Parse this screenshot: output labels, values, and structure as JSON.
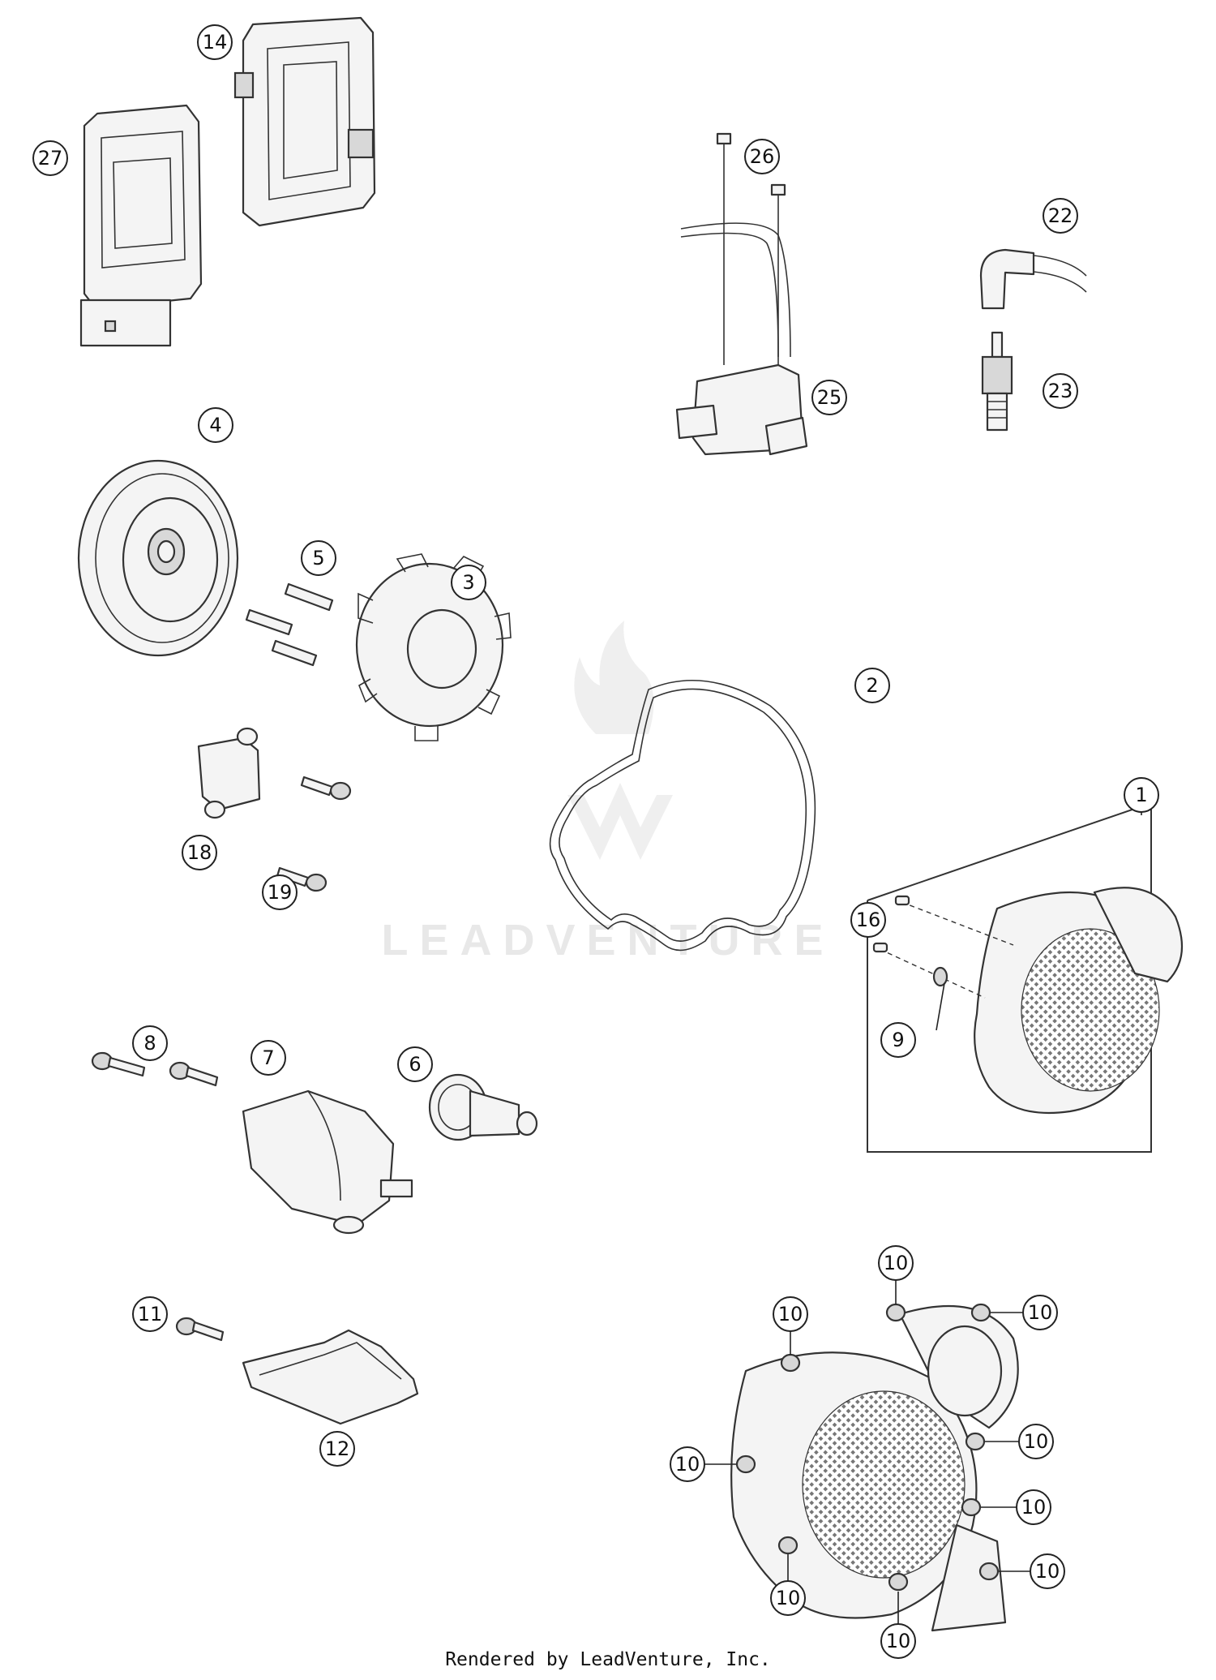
{
  "callouts": [
    {
      "id": "14",
      "label": "14"
    },
    {
      "id": "27",
      "label": "27"
    },
    {
      "id": "26",
      "label": "26"
    },
    {
      "id": "22",
      "label": "22"
    },
    {
      "id": "23",
      "label": "23"
    },
    {
      "id": "25",
      "label": "25"
    },
    {
      "id": "4",
      "label": "4"
    },
    {
      "id": "5",
      "label": "5"
    },
    {
      "id": "3",
      "label": "3"
    },
    {
      "id": "2",
      "label": "2"
    },
    {
      "id": "1",
      "label": "1"
    },
    {
      "id": "16",
      "label": "16"
    },
    {
      "id": "9",
      "label": "9"
    },
    {
      "id": "18",
      "label": "18"
    },
    {
      "id": "19",
      "label": "19"
    },
    {
      "id": "8",
      "label": "8"
    },
    {
      "id": "7",
      "label": "7"
    },
    {
      "id": "6",
      "label": "6"
    },
    {
      "id": "11",
      "label": "11"
    },
    {
      "id": "12",
      "label": "12"
    },
    {
      "id": "10a",
      "label": "10"
    },
    {
      "id": "10b",
      "label": "10"
    },
    {
      "id": "10c",
      "label": "10"
    },
    {
      "id": "10d",
      "label": "10"
    },
    {
      "id": "10e",
      "label": "10"
    },
    {
      "id": "10f",
      "label": "10"
    },
    {
      "id": "10g",
      "label": "10"
    },
    {
      "id": "10h",
      "label": "10"
    },
    {
      "id": "10i",
      "label": "10"
    }
  ],
  "watermark": "LEADVENTURE",
  "footer": "Rendered by LeadVenture, Inc."
}
